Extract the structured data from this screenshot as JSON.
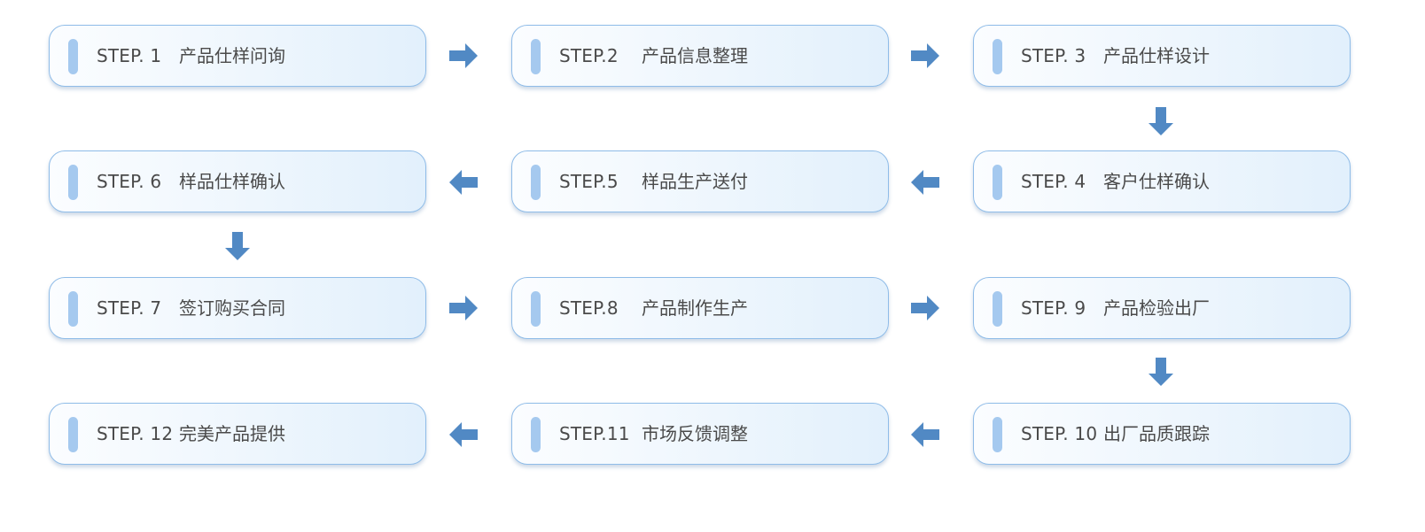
{
  "steps": [
    {
      "num": "STEP. 1",
      "label": "产品仕样问询"
    },
    {
      "num": "STEP.2",
      "label": "产品信息整理"
    },
    {
      "num": "STEP. 3",
      "label": "产品仕样设计"
    },
    {
      "num": "STEP. 4",
      "label": "客户仕样确认"
    },
    {
      "num": "STEP.5",
      "label": "样品生产送付"
    },
    {
      "num": "STEP. 6",
      "label": "样品仕样确认"
    },
    {
      "num": "STEP. 7",
      "label": "签订购买合同"
    },
    {
      "num": "STEP.8",
      "label": "产品制作生产"
    },
    {
      "num": "STEP. 9",
      "label": "产品检验出厂"
    },
    {
      "num": "STEP. 10",
      "label": "出厂品质跟踪"
    },
    {
      "num": "STEP.11",
      "label": "市场反馈调整"
    },
    {
      "num": "STEP. 12",
      "label": "完美产品提供"
    }
  ],
  "colors": {
    "arrow": "#5189c4",
    "box_border": "#8fbce8",
    "accent_bar": "#a5c9ef",
    "text": "#4a4a4a"
  },
  "icons": {
    "flow_arrow": "arrow-icon"
  }
}
